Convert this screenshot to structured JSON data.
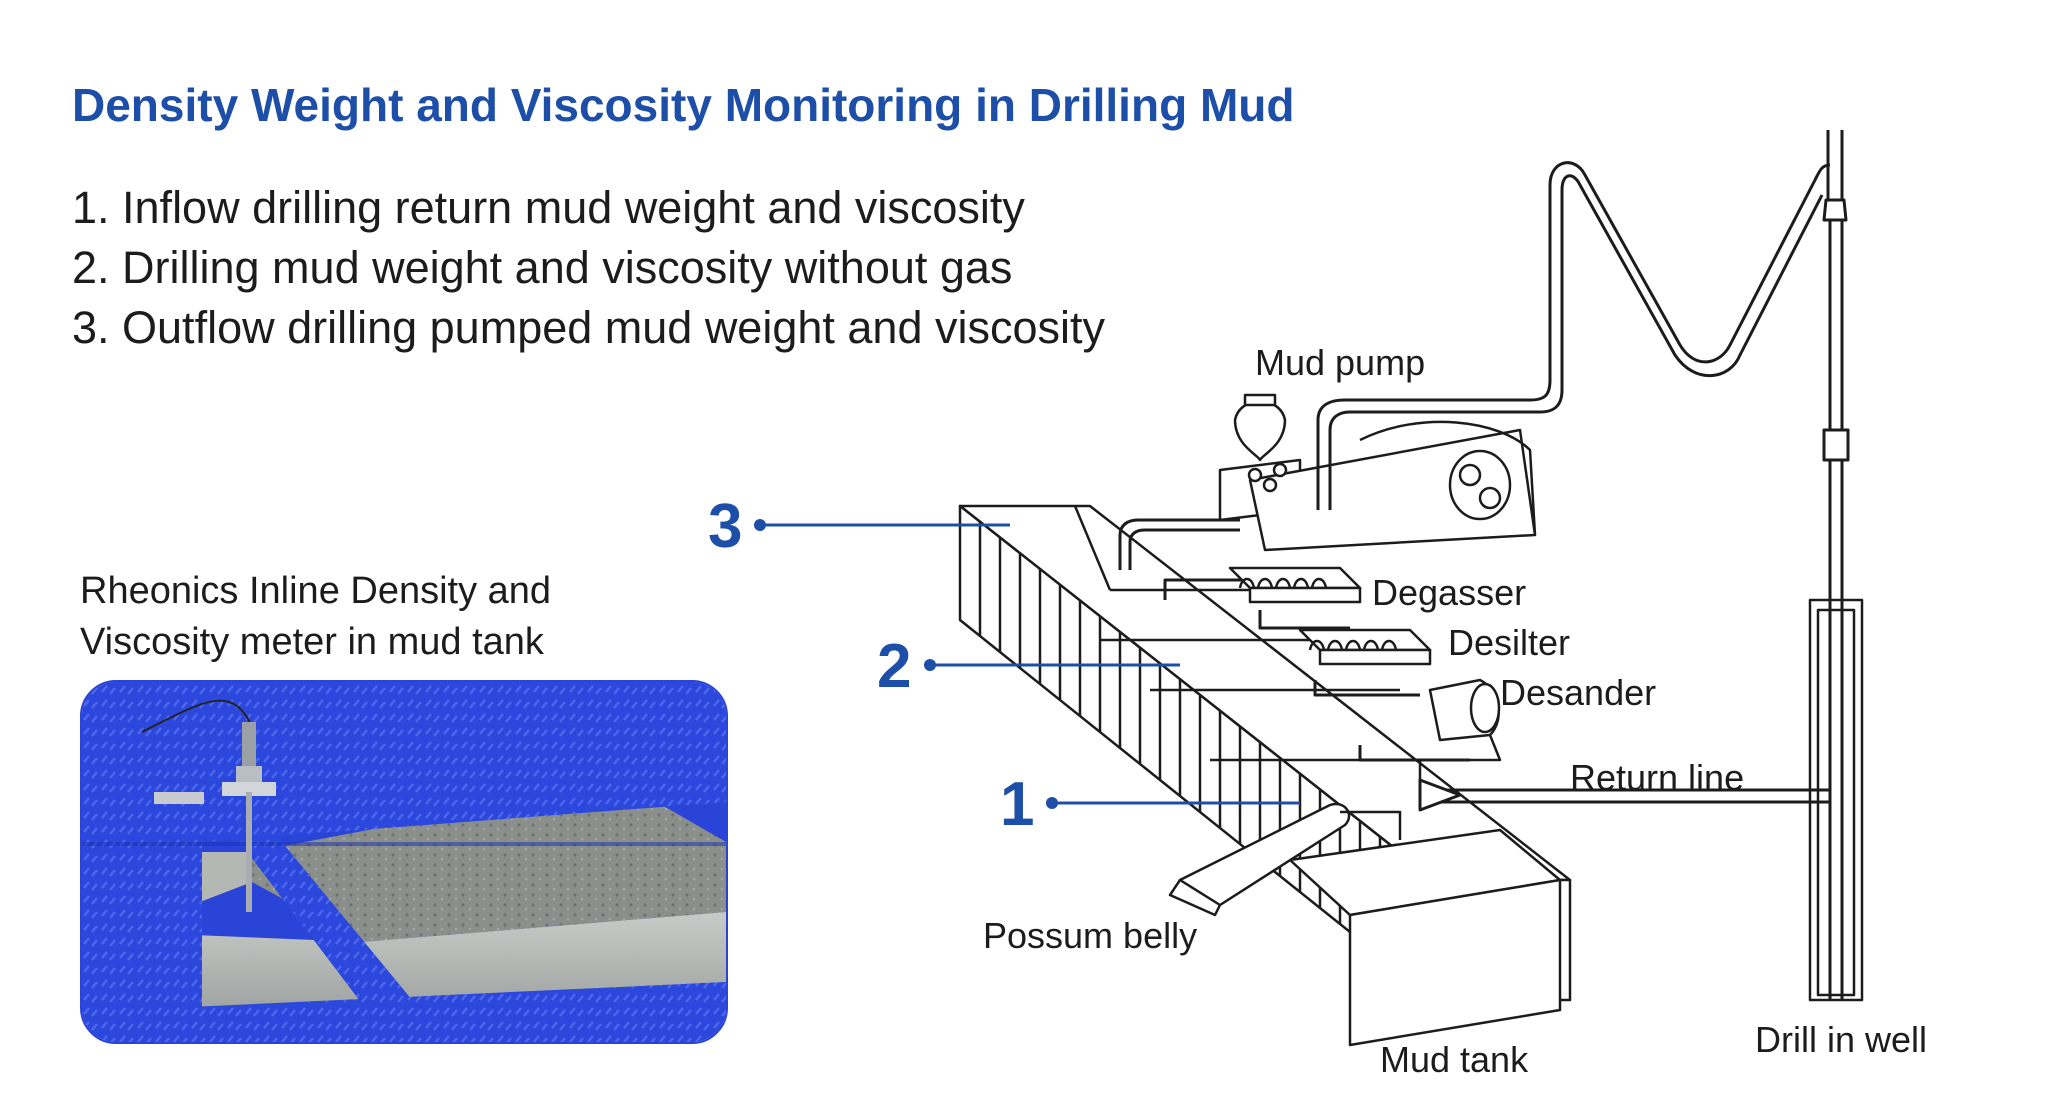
{
  "header": {
    "title": "Density Weight and Viscosity Monitoring in Drilling Mud"
  },
  "measurement_points": [
    "1. Inflow drilling return mud weight and viscosity",
    "2. Drilling mud weight and viscosity without gas",
    "3. Outflow drilling pumped mud weight and viscosity"
  ],
  "photo": {
    "caption_line1": "Rheonics Inline Density and",
    "caption_line2": "Viscosity meter in mud tank"
  },
  "diagram": {
    "callouts": [
      "1",
      "2",
      "3"
    ],
    "labels": {
      "mud_pump": "Mud pump",
      "degasser": "Degasser",
      "desilter": "Desilter",
      "desander": "Desander",
      "return_line": "Return line",
      "possum_belly": "Possum belly",
      "mud_tank": "Mud tank",
      "drill_in_well": "Drill in well"
    }
  },
  "colors": {
    "accent_blue": "#1d4fa8",
    "tank_blue": "#2a44d8",
    "line_dark": "#1c1c1c"
  }
}
